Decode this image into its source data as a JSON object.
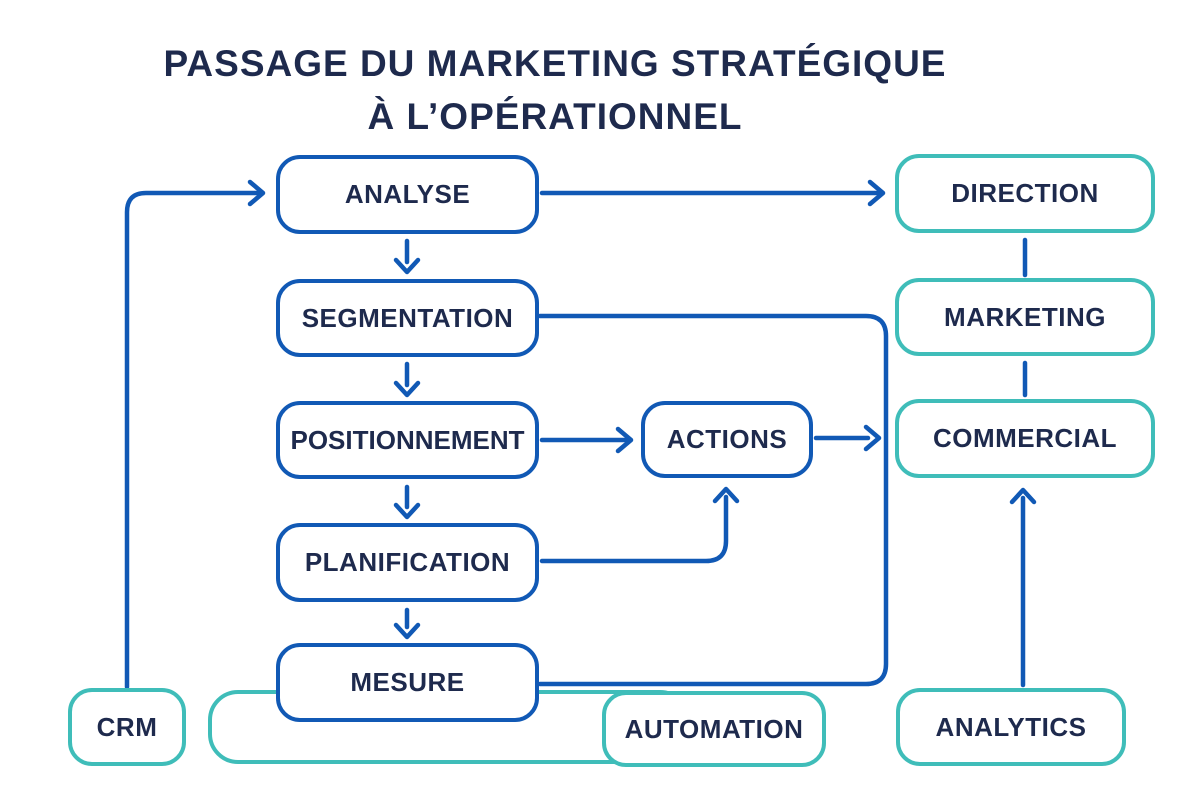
{
  "title": {
    "line1": "PASSAGE DU MARKETING STRATÉGIQUE",
    "line2": "À L’OPÉRATIONNEL"
  },
  "colors": {
    "blue": "#1159b5",
    "teal": "#3fbdb9",
    "navy": "#1e2a4d",
    "background": "#ffffff"
  },
  "nodes": {
    "analyse": {
      "label": "ANALYSE",
      "style": "blue"
    },
    "segmentation": {
      "label": "SEGMENTATION",
      "style": "blue"
    },
    "positionnement": {
      "label": "POSITIONNEMENT",
      "style": "blue"
    },
    "planification": {
      "label": "PLANIFICATION",
      "style": "blue"
    },
    "mesure": {
      "label": "MESURE",
      "style": "blue"
    },
    "actions": {
      "label": "ACTIONS",
      "style": "blue"
    },
    "direction": {
      "label": "DIRECTION",
      "style": "teal"
    },
    "marketing": {
      "label": "MARKETING",
      "style": "teal"
    },
    "commercial": {
      "label": "COMMERCIAL",
      "style": "teal"
    },
    "crm": {
      "label": "CRM",
      "style": "teal"
    },
    "automation": {
      "label": "AUTOMATION",
      "style": "teal"
    },
    "analytics": {
      "label": "ANALYTICS",
      "style": "teal"
    }
  },
  "edges": [
    {
      "from": "crm",
      "to": "analyse",
      "arrow": true
    },
    {
      "from": "analyse",
      "to": "direction",
      "arrow": true
    },
    {
      "from": "analyse",
      "to": "segmentation",
      "arrow": true
    },
    {
      "from": "segmentation",
      "to": "positionnement",
      "arrow": true
    },
    {
      "from": "positionnement",
      "to": "planification",
      "arrow": true
    },
    {
      "from": "planification",
      "to": "mesure",
      "arrow": true
    },
    {
      "from": "positionnement",
      "to": "actions",
      "arrow": true
    },
    {
      "from": "planification",
      "to": "actions",
      "arrow": true
    },
    {
      "from": "actions",
      "to": "commercial",
      "arrow": true
    },
    {
      "from": "segmentation",
      "to": "mesure",
      "arrow": false
    },
    {
      "from": "direction",
      "to": "marketing",
      "arrow": false
    },
    {
      "from": "marketing",
      "to": "commercial",
      "arrow": false
    },
    {
      "from": "analytics",
      "to": "commercial",
      "arrow": true
    },
    {
      "from": "automation",
      "to": "mesure",
      "arrow": false
    }
  ]
}
